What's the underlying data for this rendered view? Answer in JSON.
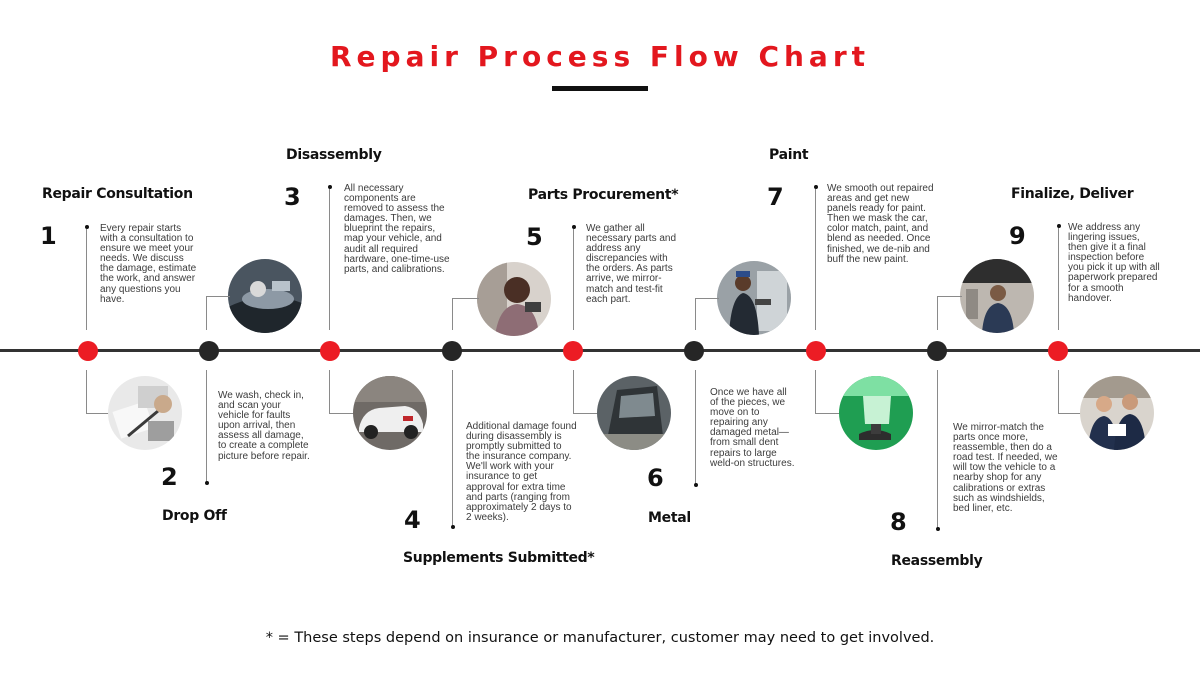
{
  "title": "Repair Process Flow Chart",
  "footnote": "* = These steps depend on insurance or manufacturer, customer may need to get involved.",
  "colors": {
    "accent": "#e3171e",
    "node_red": "#ec1c24",
    "node_black": "#262626"
  },
  "steps": [
    {
      "number": "1",
      "title": "Repair Consultation",
      "description": "Every repair starts with a consultation to ensure we meet your needs. We discuss the damage, estimate the work, and answer any questions you have.",
      "photo": "consultation-photo"
    },
    {
      "number": "2",
      "title": "Drop Off",
      "description": "We wash, check in, and scan your vehicle for faults upon arrival, then assess all damage, to create a complete picture before repair.",
      "photo": "car-wash-photo"
    },
    {
      "number": "3",
      "title": "Disassembly",
      "description": "All necessary components are removed to assess the damages. Then, we blueprint the repairs, map your vehicle, and audit all required hardware, one-time-use parts, and calibrations.",
      "photo": "damaged-car-photo"
    },
    {
      "number": "4",
      "title": "Supplements Submitted*",
      "description": "Additional damage found during disassembly is promptly submitted to the insurance company. We'll work with your insurance to get approval for extra time and parts (ranging from approximately 2 days to 2 weeks).",
      "photo": "technician-photo"
    },
    {
      "number": "5",
      "title": "Parts Procurement*",
      "description": "We gather all necessary parts and address any discrepancies with the orders. As parts arrive, we mirror-match and test-fit each part.",
      "photo": "door-part-photo"
    },
    {
      "number": "6",
      "title": "Metal",
      "description": "Once we have all of the pieces, we move on to repairing any damaged metal—from small dent repairs to large weld-on structures.",
      "photo": "metal-work-photo"
    },
    {
      "number": "7",
      "title": "Paint",
      "description": "We smooth out repaired areas and get new panels ready for paint. Then we mask the car, color match, paint, and blend as needed. Once finished, we de-nib and buff the new paint.",
      "photo": "paint-booth-photo"
    },
    {
      "number": "8",
      "title": "Reassembly",
      "description": "We mirror-match the parts once more, reassemble, then do a road test. If needed, we will tow the vehicle to a nearby shop for  any calibrations or extras such as windshields, bed liner, etc.",
      "photo": "reassembly-photo"
    },
    {
      "number": "9",
      "title": "Finalize, Deliver",
      "description": "We address any lingering issues, then give it a final inspection before you pick it up with all paperwork prepared for a smooth handover.",
      "photo": "handover-photo"
    }
  ]
}
